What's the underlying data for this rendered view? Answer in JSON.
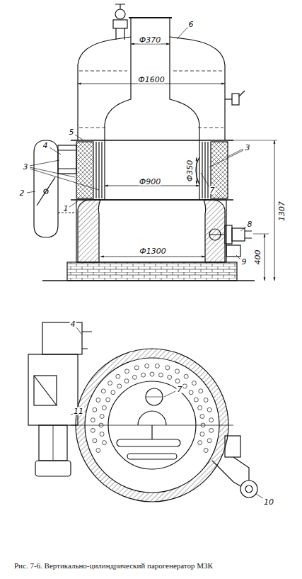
{
  "diagram": {
    "caption": "Рис. 7-6. Вертикально-цилиндрический парогенератор МЗК",
    "labels": [
      "6",
      "5",
      "4",
      "3",
      "2",
      "1",
      "Ф370",
      "Ф1600",
      "Ф350",
      "Ф900",
      "Ф1300",
      "1307",
      "400",
      "3",
      "7",
      "8",
      "9",
      "4",
      "7",
      "11",
      "10"
    ]
  }
}
